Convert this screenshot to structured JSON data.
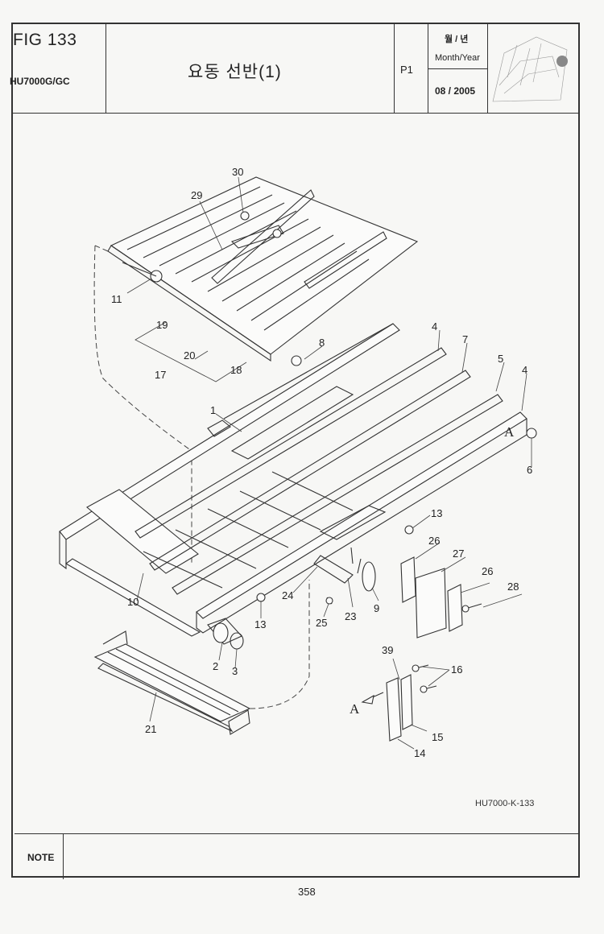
{
  "header": {
    "fig_label": "FIG 133",
    "model": "HU7000G/GC",
    "title": "요동 선반(1)",
    "page_id": "P1",
    "date_label_kr": "월 / 년",
    "date_label_en": "Month/Year",
    "date_value": "08 / 2005"
  },
  "diagram": {
    "reference_code": "HU7000-K-133",
    "view_marker": "A",
    "callouts": [
      "1",
      "2",
      "3",
      "4",
      "4",
      "5",
      "6",
      "7",
      "8",
      "9",
      "10",
      "11",
      "13",
      "13",
      "14",
      "15",
      "16",
      "17",
      "18",
      "19",
      "20",
      "21",
      "23",
      "24",
      "25",
      "26",
      "26",
      "27",
      "28",
      "29",
      "30",
      "39"
    ]
  },
  "footer": {
    "note_label": "NOTE",
    "page_number": "358"
  }
}
